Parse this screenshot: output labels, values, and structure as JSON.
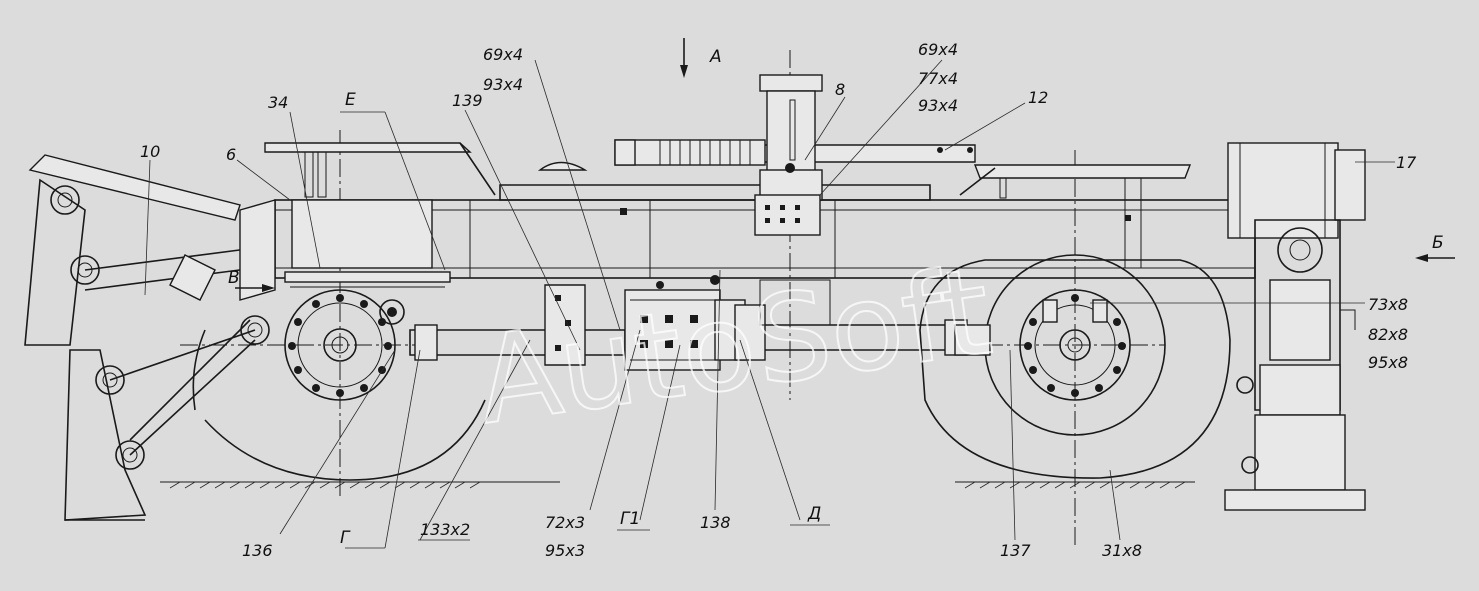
{
  "watermark": "AutoSoft",
  "labels": {
    "l_69x4_a": "69x4",
    "l_93x4_a": "93x4",
    "l_A": "А",
    "l_69x4_b": "69x4",
    "l_77x4": "77x4",
    "l_93x4_b": "93x4",
    "l_8": "8",
    "l_12": "12",
    "l_17": "17",
    "l_B_right": "Б",
    "l_E": "Е",
    "l_34": "34",
    "l_139": "139",
    "l_10": "10",
    "l_6": "6",
    "l_V": "В",
    "l_73x8": "73x8",
    "l_82x8": "82x8",
    "l_95x8": "95x8",
    "l_72x3": "72x3",
    "l_95x3": "95x3",
    "l_G1": "Г1",
    "l_138": "138",
    "l_D": "Д",
    "l_136": "136",
    "l_G": "Г",
    "l_133x2": "133x2",
    "l_137": "137",
    "l_31x8": "31x8"
  },
  "icons": {
    "arrow_view_a": "arrow-down-icon",
    "arrow_view_b": "arrow-left-icon",
    "arrow_view_v": "arrow-right-icon"
  }
}
